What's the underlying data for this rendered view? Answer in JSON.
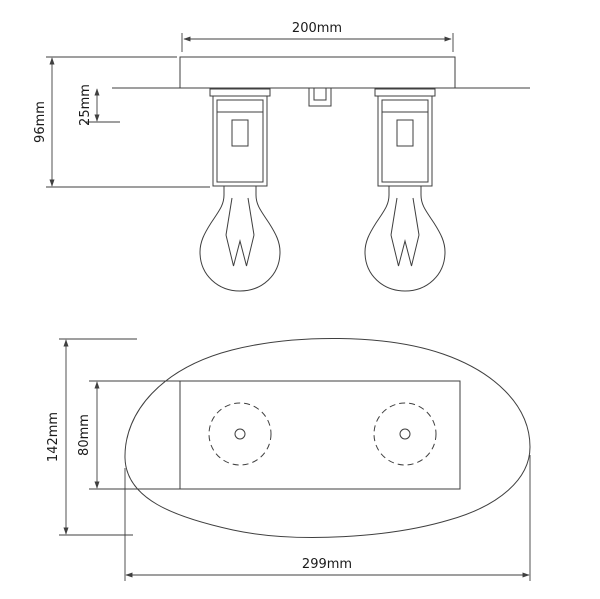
{
  "colors": {
    "line": "#3f3f3f",
    "text": "#1a1a1a",
    "background": "#ffffff"
  },
  "front_view": {
    "plate_width": "200mm",
    "fixture_height": "96mm",
    "socket_offset": "25mm"
  },
  "plan_view": {
    "overall_length": "299mm",
    "overall_depth": "142mm",
    "mount_plate_height": "80mm"
  }
}
